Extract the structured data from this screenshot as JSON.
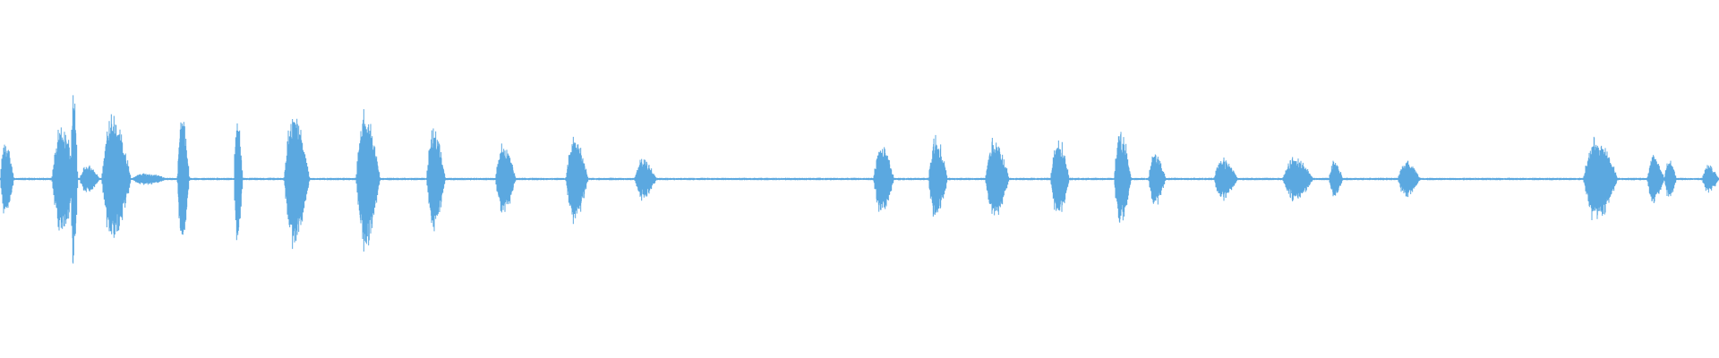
{
  "waveform": {
    "color": "#5BA8E0",
    "background": "#FFFFFF",
    "noise_floor": 0.012,
    "bursts": [
      {
        "start": 0.0,
        "end": 0.008,
        "peak": 0.38
      },
      {
        "start": 0.03,
        "end": 0.045,
        "peak": 0.52
      },
      {
        "start": 0.041,
        "end": 0.045,
        "peak": 0.96
      },
      {
        "start": 0.046,
        "end": 0.058,
        "peak": 0.14
      },
      {
        "start": 0.059,
        "end": 0.076,
        "peak": 0.66
      },
      {
        "start": 0.076,
        "end": 0.098,
        "peak": 0.06
      },
      {
        "start": 0.103,
        "end": 0.11,
        "peak": 0.66
      },
      {
        "start": 0.136,
        "end": 0.141,
        "peak": 0.62
      },
      {
        "start": 0.165,
        "end": 0.18,
        "peak": 0.68
      },
      {
        "start": 0.207,
        "end": 0.221,
        "peak": 0.7
      },
      {
        "start": 0.248,
        "end": 0.259,
        "peak": 0.54
      },
      {
        "start": 0.288,
        "end": 0.3,
        "peak": 0.35
      },
      {
        "start": 0.329,
        "end": 0.342,
        "peak": 0.43
      },
      {
        "start": 0.369,
        "end": 0.382,
        "peak": 0.21
      },
      {
        "start": 0.508,
        "end": 0.52,
        "peak": 0.36
      },
      {
        "start": 0.54,
        "end": 0.551,
        "peak": 0.43
      },
      {
        "start": 0.573,
        "end": 0.587,
        "peak": 0.42
      },
      {
        "start": 0.611,
        "end": 0.622,
        "peak": 0.44
      },
      {
        "start": 0.648,
        "end": 0.658,
        "peak": 0.48
      },
      {
        "start": 0.668,
        "end": 0.678,
        "peak": 0.28
      },
      {
        "start": 0.706,
        "end": 0.72,
        "peak": 0.21
      },
      {
        "start": 0.746,
        "end": 0.764,
        "peak": 0.22
      },
      {
        "start": 0.773,
        "end": 0.781,
        "peak": 0.19
      },
      {
        "start": 0.813,
        "end": 0.826,
        "peak": 0.19
      },
      {
        "start": 0.921,
        "end": 0.941,
        "peak": 0.43
      },
      {
        "start": 0.958,
        "end": 0.968,
        "peak": 0.24
      },
      {
        "start": 0.968,
        "end": 0.975,
        "peak": 0.21
      },
      {
        "start": 0.99,
        "end": 1.0,
        "peak": 0.14
      }
    ]
  }
}
